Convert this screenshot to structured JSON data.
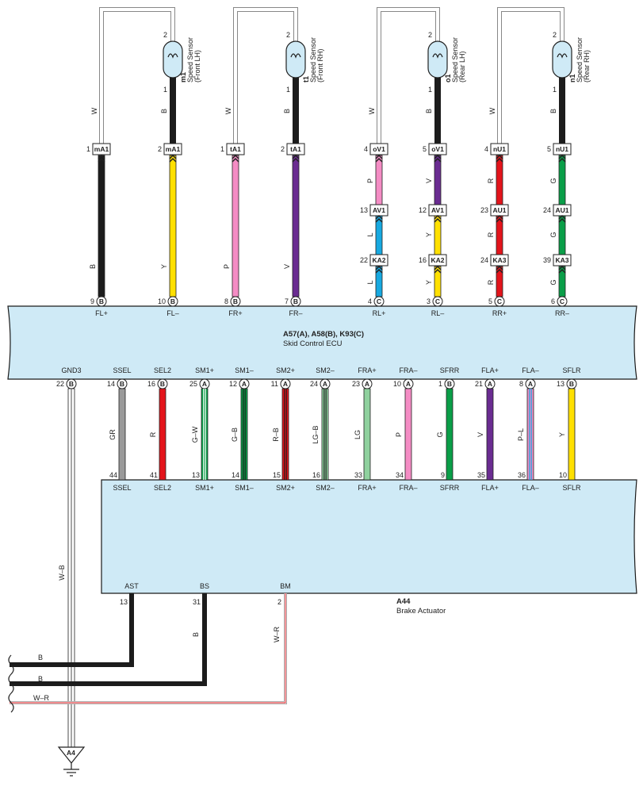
{
  "colors": {
    "ecu_fill": "#cfeaf6",
    "ecu_stroke": "#1a1a1a",
    "B": "#1c1c1c",
    "Y": "#ffe000",
    "P": "#f48cc4",
    "V": "#6a2c91",
    "L": "#17a9e1",
    "R": "#e3141b",
    "G": "#0a9e48",
    "GR": "#9a9a9a",
    "LG": "#8fd19e",
    "W": "#ffffff"
  },
  "sensors": [
    {
      "code": "m1",
      "name": "Speed Sensor",
      "side": "(Front LH)",
      "pin_top": "2",
      "pin_bot": "1",
      "wire_w": "W",
      "wire_b": "B"
    },
    {
      "code": "t1",
      "name": "Speed Sensor",
      "side": "(Front RH)",
      "pin_top": "2",
      "pin_bot": "1",
      "wire_w": "W",
      "wire_b": "B"
    },
    {
      "code": "o1",
      "name": "Speed Sensor",
      "side": "(Rear LH)",
      "pin_top": "2",
      "pin_bot": "1",
      "wire_w": "W",
      "wire_b": "B"
    },
    {
      "code": "n1",
      "name": "Speed Sensor",
      "side": "(Rear RH)",
      "pin_top": "2",
      "pin_bot": "1",
      "wire_w": "W",
      "wire_b": "B"
    }
  ],
  "top_wires": [
    {
      "conn1_pin": "1",
      "conn1": "mA1",
      "color_code": "B",
      "ecu_pin": "9",
      "ecu_type": "B",
      "ecu_label": "FL+"
    },
    {
      "conn1_pin": "2",
      "conn1": "mA1",
      "color_code": "Y",
      "ecu_pin": "10",
      "ecu_type": "B",
      "ecu_label": "FL–"
    },
    {
      "conn1_pin": "1",
      "conn1": "tA1",
      "color_code": "P",
      "ecu_pin": "8",
      "ecu_type": "B",
      "ecu_label": "FR+"
    },
    {
      "conn1_pin": "2",
      "conn1": "tA1",
      "color_code": "V",
      "ecu_pin": "7",
      "ecu_type": "B",
      "ecu_label": "FR–"
    },
    {
      "conn1_pin": "4",
      "conn1": "oV1",
      "color_code": "P",
      "conn2_pin": "13",
      "conn2": "AV1",
      "color_code2": "L",
      "conn3_pin": "22",
      "conn3": "KA2",
      "color_code3": "L",
      "ecu_pin": "4",
      "ecu_type": "C",
      "ecu_label": "RL+"
    },
    {
      "conn1_pin": "5",
      "conn1": "oV1",
      "color_code": "V",
      "conn2_pin": "12",
      "conn2": "AV1",
      "color_code2": "Y",
      "conn3_pin": "16",
      "conn3": "KA2",
      "color_code3": "Y",
      "ecu_pin": "3",
      "ecu_type": "C",
      "ecu_label": "RL–"
    },
    {
      "conn1_pin": "4",
      "conn1": "nU1",
      "color_code": "R",
      "conn2_pin": "23",
      "conn2": "AU1",
      "color_code2": "R",
      "conn3_pin": "24",
      "conn3": "KA3",
      "color_code3": "R",
      "ecu_pin": "5",
      "ecu_type": "C",
      "ecu_label": "RR+"
    },
    {
      "conn1_pin": "5",
      "conn1": "nU1",
      "color_code": "G",
      "conn2_pin": "24",
      "conn2": "AU1",
      "color_code2": "G",
      "conn3_pin": "39",
      "conn3": "KA3",
      "color_code3": "G",
      "ecu_pin": "6",
      "ecu_type": "C",
      "ecu_label": "RR–"
    }
  ],
  "ecu": {
    "title": "A57(A), A58(B), K93(C)",
    "subtitle": "Skid Control ECU"
  },
  "bottom_wires": [
    {
      "ecu_label": "GND3",
      "ecu_pin": "22",
      "ecu_type": "B",
      "color_code": "W–B"
    },
    {
      "ecu_label": "SSEL",
      "ecu_pin": "14",
      "ecu_type": "B",
      "color_code": "GR",
      "act_pin": "44",
      "act_label": "SSEL"
    },
    {
      "ecu_label": "SEL2",
      "ecu_pin": "16",
      "ecu_type": "B",
      "color_code": "R",
      "act_pin": "41",
      "act_label": "SEL2"
    },
    {
      "ecu_label": "SM1+",
      "ecu_pin": "25",
      "ecu_type": "A",
      "color_code": "G–W",
      "act_pin": "13",
      "act_label": "SM1+"
    },
    {
      "ecu_label": "SM1–",
      "ecu_pin": "12",
      "ecu_type": "A",
      "color_code": "G–B",
      "act_pin": "14",
      "act_label": "SM1–"
    },
    {
      "ecu_label": "SM2+",
      "ecu_pin": "11",
      "ecu_type": "A",
      "color_code": "R–B",
      "act_pin": "15",
      "act_label": "SM2+"
    },
    {
      "ecu_label": "SM2–",
      "ecu_pin": "24",
      "ecu_type": "A",
      "color_code": "LG–B",
      "act_pin": "16",
      "act_label": "SM2–"
    },
    {
      "ecu_label": "FRA+",
      "ecu_pin": "23",
      "ecu_type": "A",
      "color_code": "LG",
      "act_pin": "33",
      "act_label": "FRA+"
    },
    {
      "ecu_label": "FRA–",
      "ecu_pin": "10",
      "ecu_type": "A",
      "color_code": "P",
      "act_pin": "34",
      "act_label": "FRA–"
    },
    {
      "ecu_label": "SFRR",
      "ecu_pin": "1",
      "ecu_type": "B",
      "color_code": "G",
      "act_pin": "9",
      "act_label": "SFRR"
    },
    {
      "ecu_label": "FLA+",
      "ecu_pin": "21",
      "ecu_type": "A",
      "color_code": "V",
      "act_pin": "35",
      "act_label": "FLA+"
    },
    {
      "ecu_label": "FLA–",
      "ecu_pin": "8",
      "ecu_type": "A",
      "color_code": "P–L",
      "act_pin": "36",
      "act_label": "FLA–"
    },
    {
      "ecu_label": "SFLR",
      "ecu_pin": "13",
      "ecu_type": "B",
      "color_code": "Y",
      "act_pin": "10",
      "act_label": "SFLR"
    }
  ],
  "actuator": {
    "code": "A44",
    "name": "Brake Actuator",
    "pins": [
      {
        "label": "AST",
        "pin": "13",
        "color_code": "B"
      },
      {
        "label": "BS",
        "pin": "31",
        "color_code": "B"
      },
      {
        "label": "BM",
        "pin": "2",
        "color_code": "W–R"
      }
    ]
  },
  "harness_labels": [
    "B",
    "B",
    "W–R"
  ],
  "ground": {
    "label": "A4"
  }
}
